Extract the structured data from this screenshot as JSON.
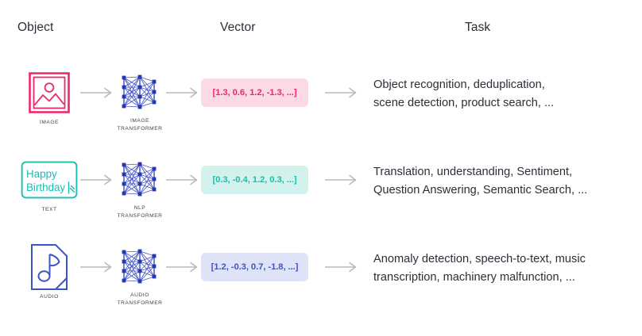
{
  "headers": {
    "object": "Object",
    "vector": "Vector",
    "task": "Task"
  },
  "colors": {
    "image_accent": "#ec2a6b",
    "image_pill_bg": "#fcd9e5",
    "text_accent": "#17bfb0",
    "text_pill_bg": "#d4f2ed",
    "audio_accent": "#3a55c8",
    "audio_pill_bg": "#dfe3f7",
    "arrow": "#b6b9bf",
    "heading": "#2b2f38",
    "caption": "#3d4450",
    "background": "#ffffff"
  },
  "rows": [
    {
      "object_icon": "image-file-icon",
      "object_caption": "IMAGE",
      "object_sample_text": "",
      "arrow_1": "arrow-right-icon",
      "transformer_icon": "neural-network-icon",
      "transformer_caption_line1": "IMAGE",
      "transformer_caption_line2": "TRANSFORMER",
      "arrow_2": "arrow-right-icon",
      "vector": "[1.3, 0.6, 1.2, -1.3, ...]",
      "arrow_3": "arrow-right-icon",
      "task_line1": "Object recognition, deduplication,",
      "task_line2": "scene detection, product search, ..."
    },
    {
      "object_icon": "text-card-icon",
      "object_caption": "TEXT",
      "object_sample_text_line1": "Happy",
      "object_sample_text_line2": "Birthday",
      "arrow_1": "arrow-right-icon",
      "transformer_icon": "neural-network-icon",
      "transformer_caption_line1": "NLP",
      "transformer_caption_line2": "TRANSFORMER",
      "arrow_2": "arrow-right-icon",
      "vector": "[0.3, -0.4, 1.2, 0.3, ...]",
      "arrow_3": "arrow-right-icon",
      "task_line1": "Translation, understanding, Sentiment,",
      "task_line2": "Question Answering, Semantic Search, ..."
    },
    {
      "object_icon": "audio-file-icon",
      "object_caption": "AUDIO",
      "arrow_1": "arrow-right-icon",
      "transformer_icon": "neural-network-icon",
      "transformer_caption_line1": "AUDIO",
      "transformer_caption_line2": "TRANSFORMER",
      "arrow_2": "arrow-right-icon",
      "vector": "[1.2, -0.3, 0.7, -1.8, ...]",
      "arrow_3": "arrow-right-icon",
      "task_line1": "Anomaly detection, speech-to-text, music",
      "task_line2": "transcription, machinery malfunction, ..."
    }
  ]
}
